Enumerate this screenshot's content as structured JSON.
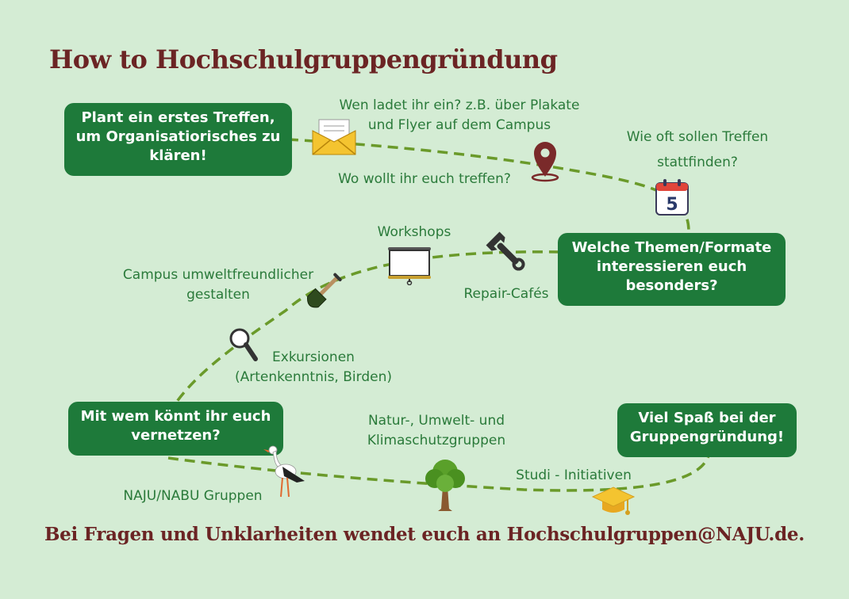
{
  "title": "How to Hochschulgruppengründung",
  "footer": "Bei Fragen und Unklarheiten wendet euch an Hochschulgruppen@NAJU.de.",
  "colors": {
    "background": "#d4ecd4",
    "box": "#1e7a3a",
    "label": "#2a7a3a",
    "path": "#6a9a2a",
    "heading": "#6b2424"
  },
  "steps": {
    "step1": "Plant ein erstes Treffen,\num Organisatiorisches zu\nklären!",
    "step2": "Welche Themen/Formate\ninteressieren euch\nbesonders?",
    "step3": "Mit wem könnt ihr euch\nvernetzen?",
    "step4": "Viel Spaß bei der\nGruppengründung!"
  },
  "labels": {
    "invite": "Wen ladet ihr ein? z.B. über Plakate\nund Flyer auf dem Campus",
    "where": "Wo wollt ihr euch treffen?",
    "how_often": "Wie oft sollen Treffen\nstattfinden?",
    "workshops": "Workshops",
    "repair": "Repair-Cafés",
    "campus": "Campus umweltfreundlicher\ngestalten",
    "excursions": "Exkursionen\n(Artenkenntnis, Birden)",
    "naju": "NAJU/NABU Gruppen",
    "nature_groups": "Natur-, Umwelt- und\nKlimaschutzgruppen",
    "studi": "Studi - Initiativen"
  },
  "calendar_day": "5",
  "icons": [
    "envelope-icon",
    "location-pin-icon",
    "calendar-icon",
    "wrench-icon",
    "presentation-board-icon",
    "shovel-icon",
    "magnifier-icon",
    "stork-icon",
    "tree-icon",
    "graduation-cap-icon"
  ]
}
